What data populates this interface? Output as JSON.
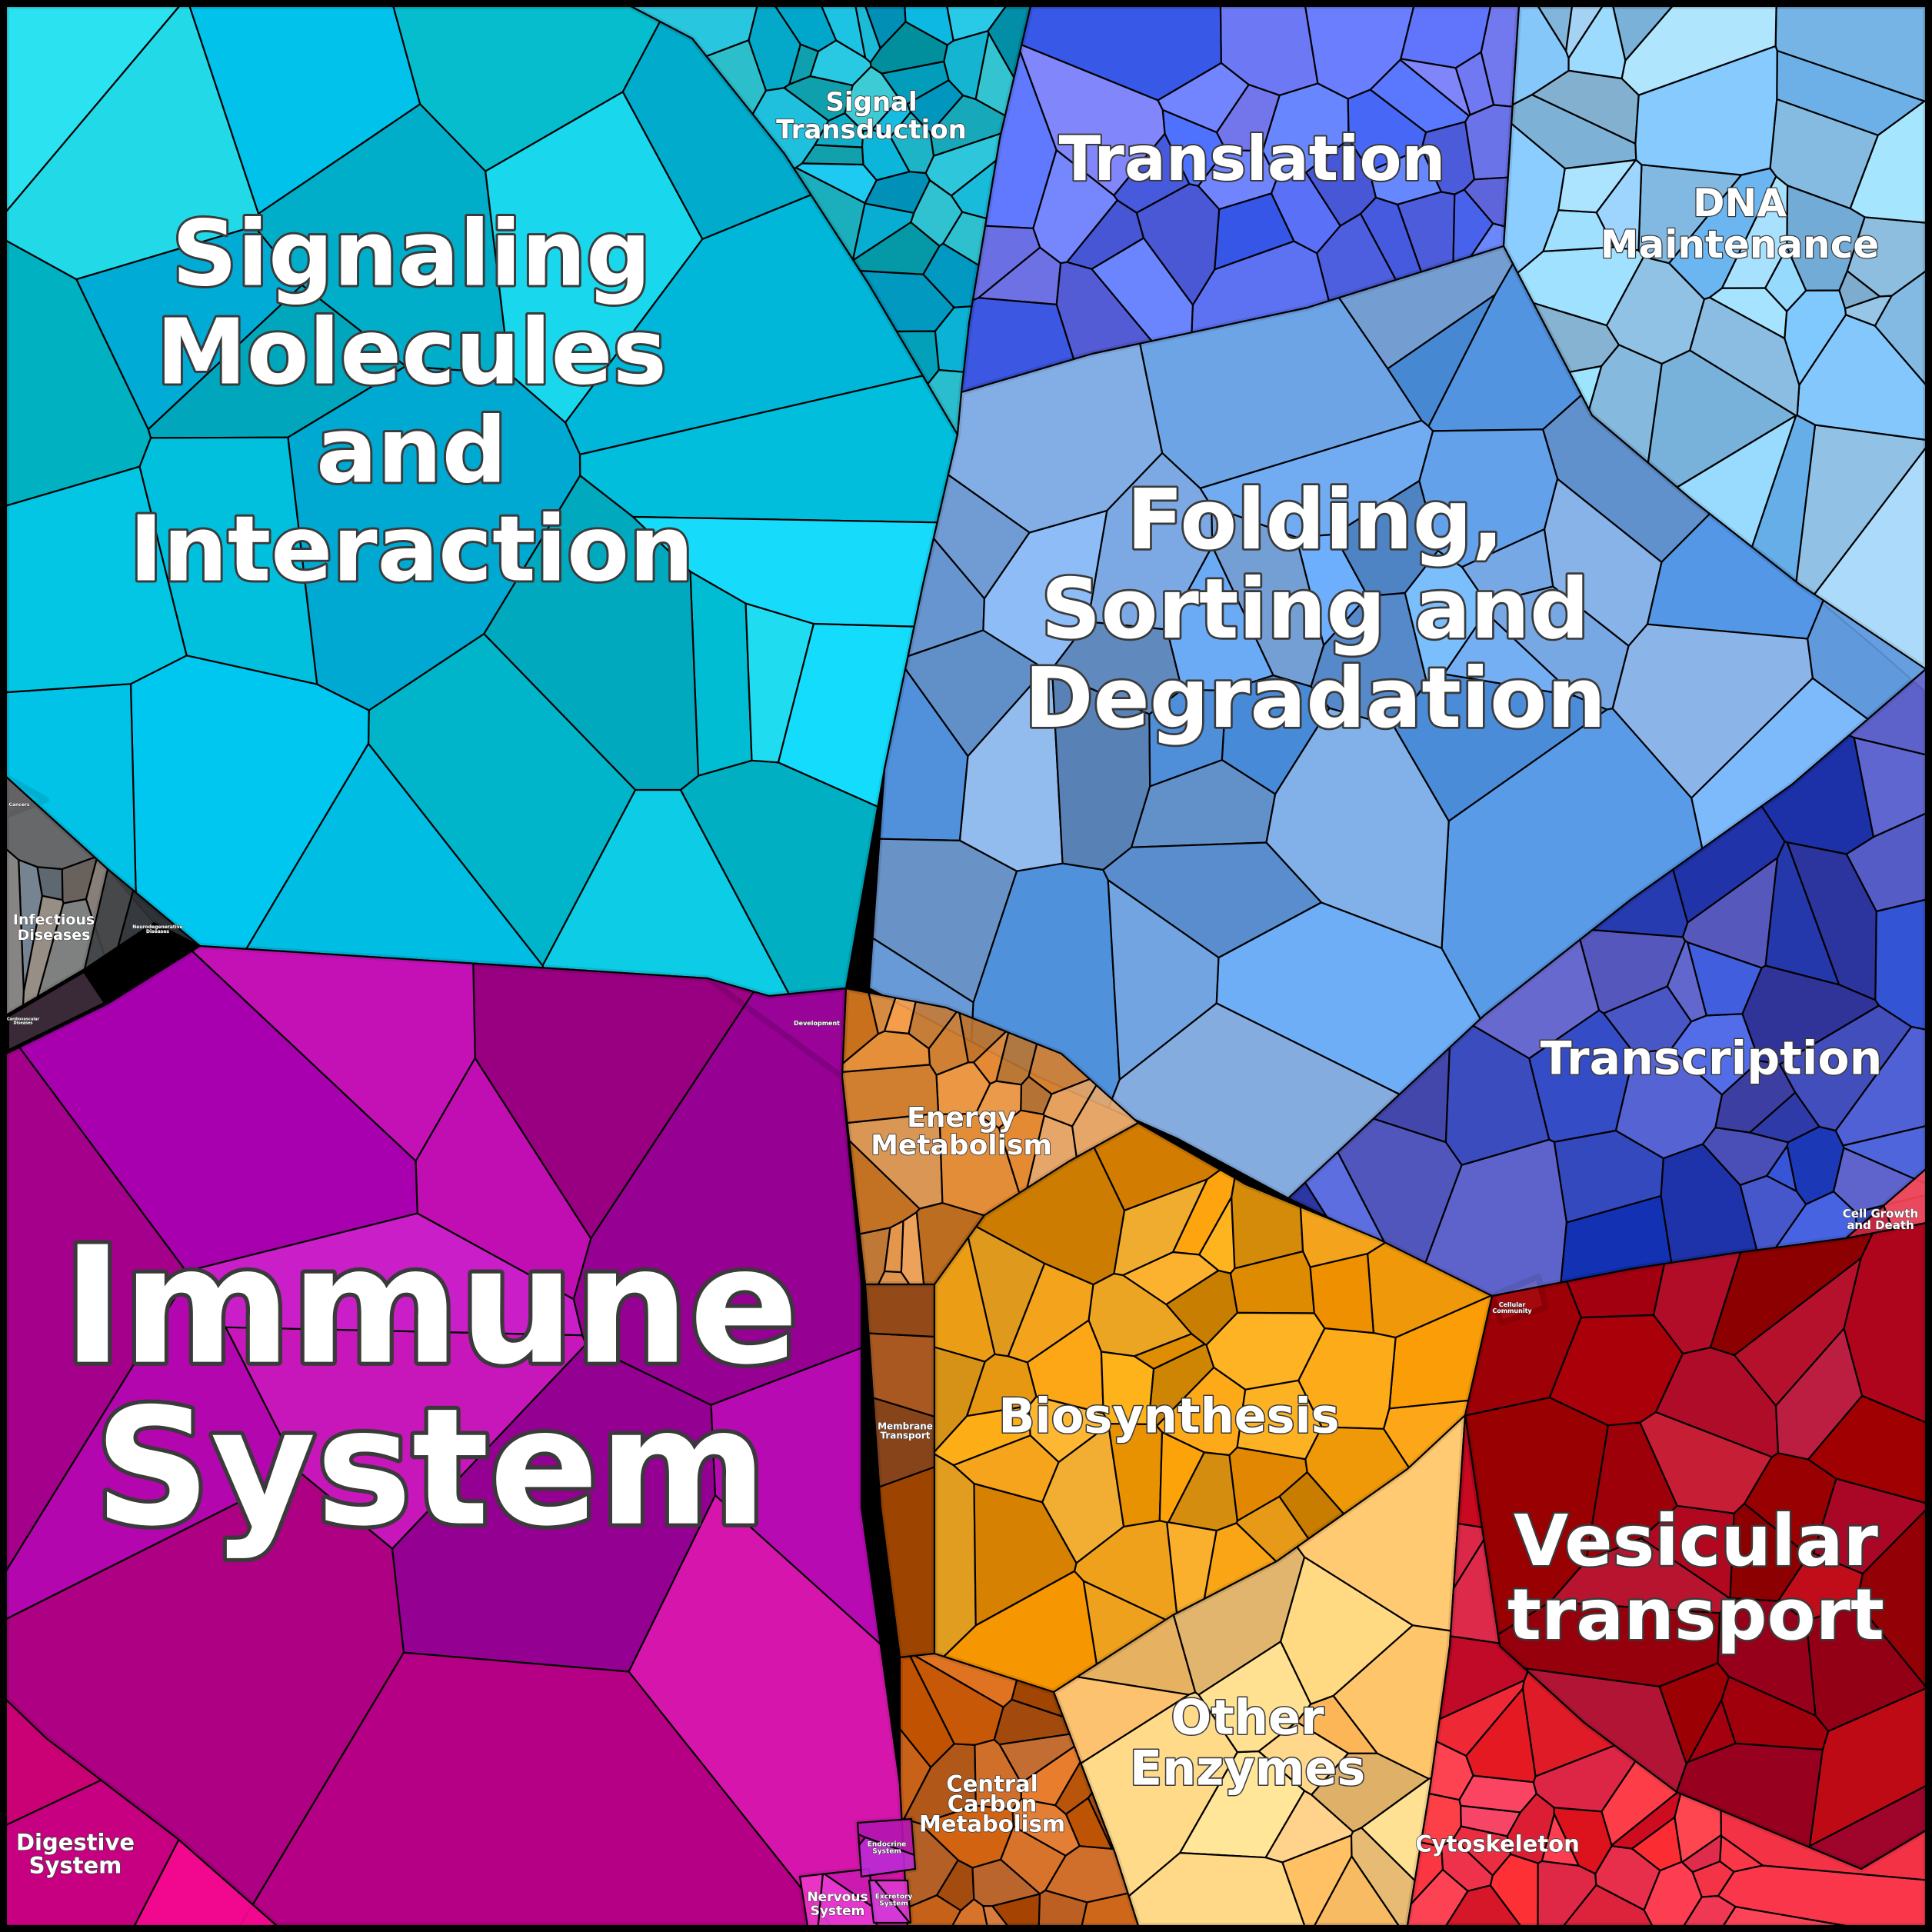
{
  "regions": [
    {
      "id": "signaling-molecules",
      "color": "#00c3de",
      "label": [
        "Signaling",
        "Molecules",
        "and",
        "Interaction"
      ]
    },
    {
      "id": "signal-transduction",
      "color": "#10adc6",
      "label": [
        "Signal",
        "Transduction"
      ]
    },
    {
      "id": "translation",
      "color": "#5b6ef0",
      "label": [
        "Translation"
      ]
    },
    {
      "id": "dna-maintenance",
      "color": "#8cc8f6",
      "label": [
        "DNA",
        "Maintenance"
      ]
    },
    {
      "id": "folding-sorting",
      "color": "#6a9fe0",
      "label": [
        "Folding,",
        "Sorting and",
        "Degradation"
      ]
    },
    {
      "id": "transcription",
      "color": "#3f4fc2",
      "label": [
        "Transcription"
      ]
    },
    {
      "id": "immune-system",
      "color": "#b600a0",
      "label": [
        "Immune",
        "System"
      ]
    },
    {
      "id": "energy-metabolism",
      "color": "#d88a40",
      "label": [
        "Energy",
        "Metabolism"
      ]
    },
    {
      "id": "membrane-transport",
      "color": "#8a3a00",
      "label": [
        "Membrane",
        "Transport"
      ]
    },
    {
      "id": "biosynthesis",
      "color": "#ec9a10",
      "label": [
        "Biosynthesis"
      ]
    },
    {
      "id": "other-enzymes",
      "color": "#ffc878",
      "label": [
        "Other",
        "Enzymes"
      ]
    },
    {
      "id": "central-carbon",
      "color": "#c0601c",
      "label": [
        "Central",
        "Carbon",
        "Metabolism"
      ]
    },
    {
      "id": "vesicular-transport",
      "color": "#a80018",
      "label": [
        "Vesicular",
        "transport"
      ]
    },
    {
      "id": "cytoskeleton",
      "color": "#e8283c",
      "label": [
        "Cytoskeleton"
      ]
    },
    {
      "id": "cell-growth",
      "color": "#e03040",
      "label": [
        "Cell Growth",
        "and Death"
      ]
    },
    {
      "id": "cellular-community",
      "color": "#f06060",
      "label": [
        "Cellular",
        "Community"
      ]
    },
    {
      "id": "infectious-diseases",
      "color": "#707070",
      "label": [
        "Infectious",
        "Diseases"
      ]
    },
    {
      "id": "neurodegenerative",
      "color": "#404040",
      "label": [
        "Neurodegenerative",
        "Diseases"
      ]
    },
    {
      "id": "cancers",
      "color": "#5a3a4a",
      "label": [
        "Cancers"
      ]
    },
    {
      "id": "cardiovascular",
      "color": "#3a2a38",
      "label": [
        "Cardiovascular",
        "Diseases"
      ]
    },
    {
      "id": "development",
      "color": "#e020d0",
      "label": [
        "Development"
      ]
    },
    {
      "id": "digestive-system",
      "color": "#e8008e",
      "label": [
        "Digestive",
        "System"
      ]
    },
    {
      "id": "nervous-system",
      "color": "#c018b8",
      "label": [
        "Nervous",
        "System"
      ]
    },
    {
      "id": "endocrine-system",
      "color": "#c828c0",
      "label": [
        "Endocrine",
        "System"
      ]
    },
    {
      "id": "excretory-system",
      "color": "#d030c8",
      "label": [
        "Excretory",
        "System"
      ]
    }
  ]
}
